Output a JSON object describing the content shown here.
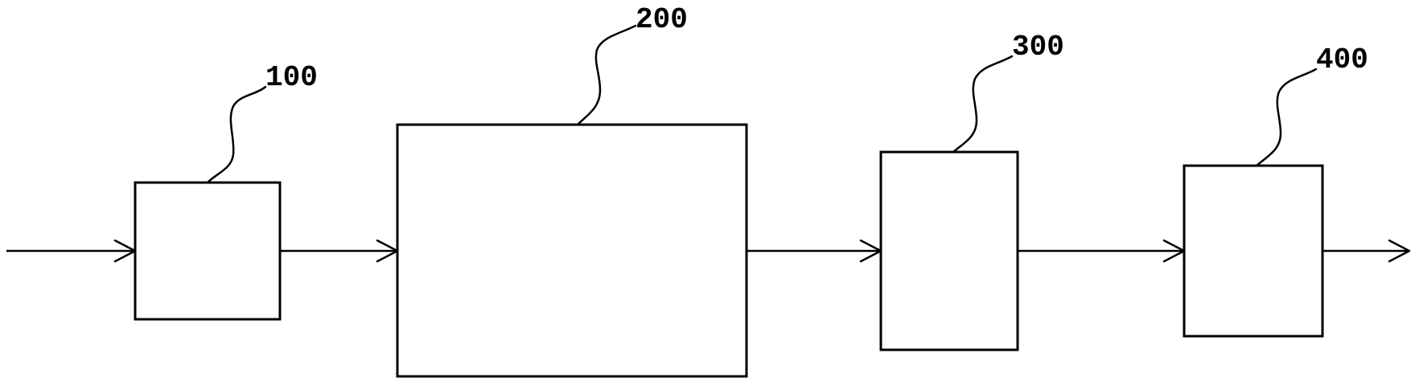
{
  "blocks": [
    {
      "id": "100",
      "label": "100"
    },
    {
      "id": "200",
      "label": "200"
    },
    {
      "id": "300",
      "label": "300"
    },
    {
      "id": "400",
      "label": "400"
    }
  ],
  "colors": {
    "stroke": "#000000",
    "background": "#ffffff"
  }
}
